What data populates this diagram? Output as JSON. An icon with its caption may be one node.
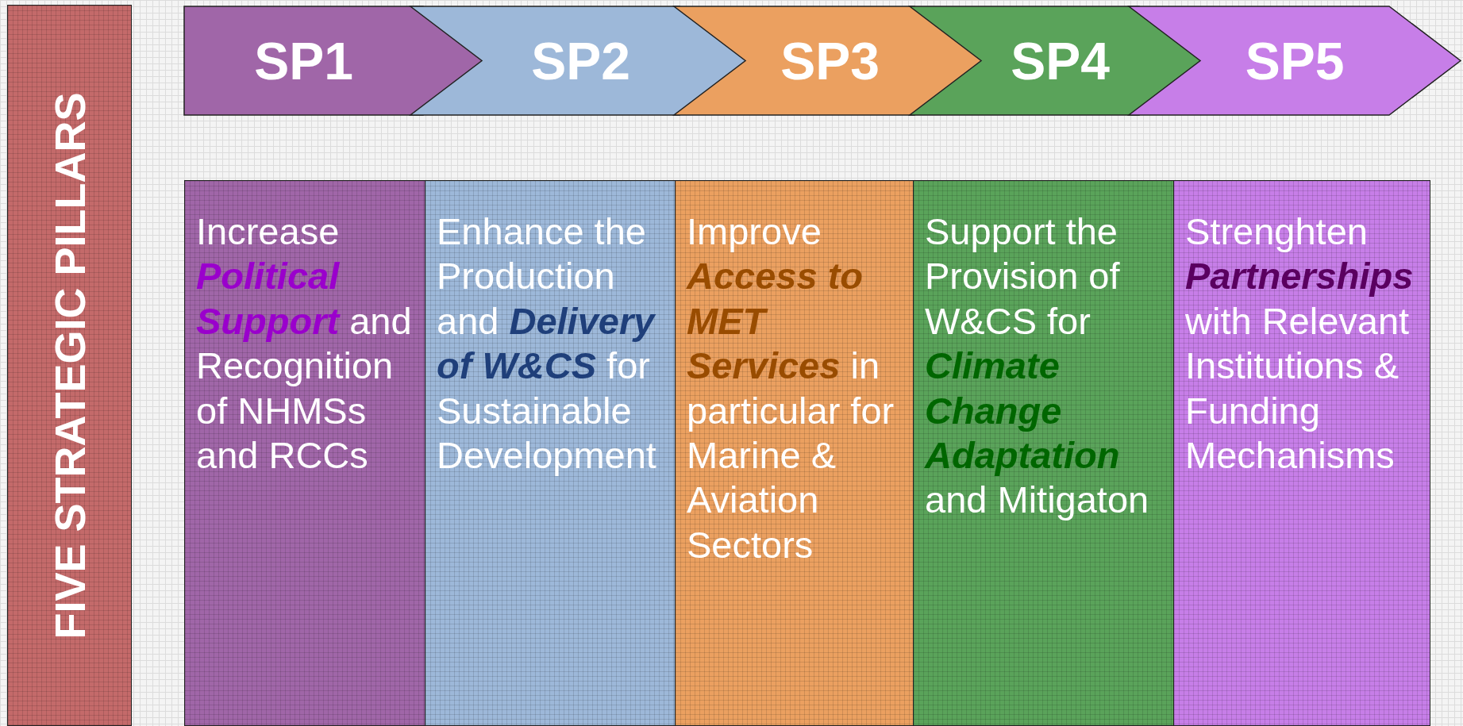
{
  "diagram": {
    "nodes": [
      {
        "text": [
          "FIVE STRATEGIC PILLARS"
        ]
      },
      {
        "text": [
          "SP1"
        ]
      },
      {
        "text": [
          "SP2"
        ]
      },
      {
        "text": [
          "SP3"
        ]
      },
      {
        "text": [
          "SP4"
        ]
      },
      {
        "text": [
          "SP5"
        ]
      },
      {
        "text": [
          "Increase **Political Support** and Recognition of NHMSs and RCCs"
        ]
      },
      {
        "text": [
          "Enhance the Production and **Delivery of W&CS** for Sustainable Development"
        ]
      },
      {
        "text": [
          "Improve **Access to MET Services** in particular for Marine & Aviation Sectors"
        ]
      },
      {
        "text": [
          "Support the Provision of W&CS for **Climate Change Adaptation** and Mitigaton"
        ]
      },
      {
        "text": [
          "Strenghten **Partnerships** with Relevant Institutions & Funding Mechanisms"
        ]
      }
    ],
    "edges": []
  }
}
